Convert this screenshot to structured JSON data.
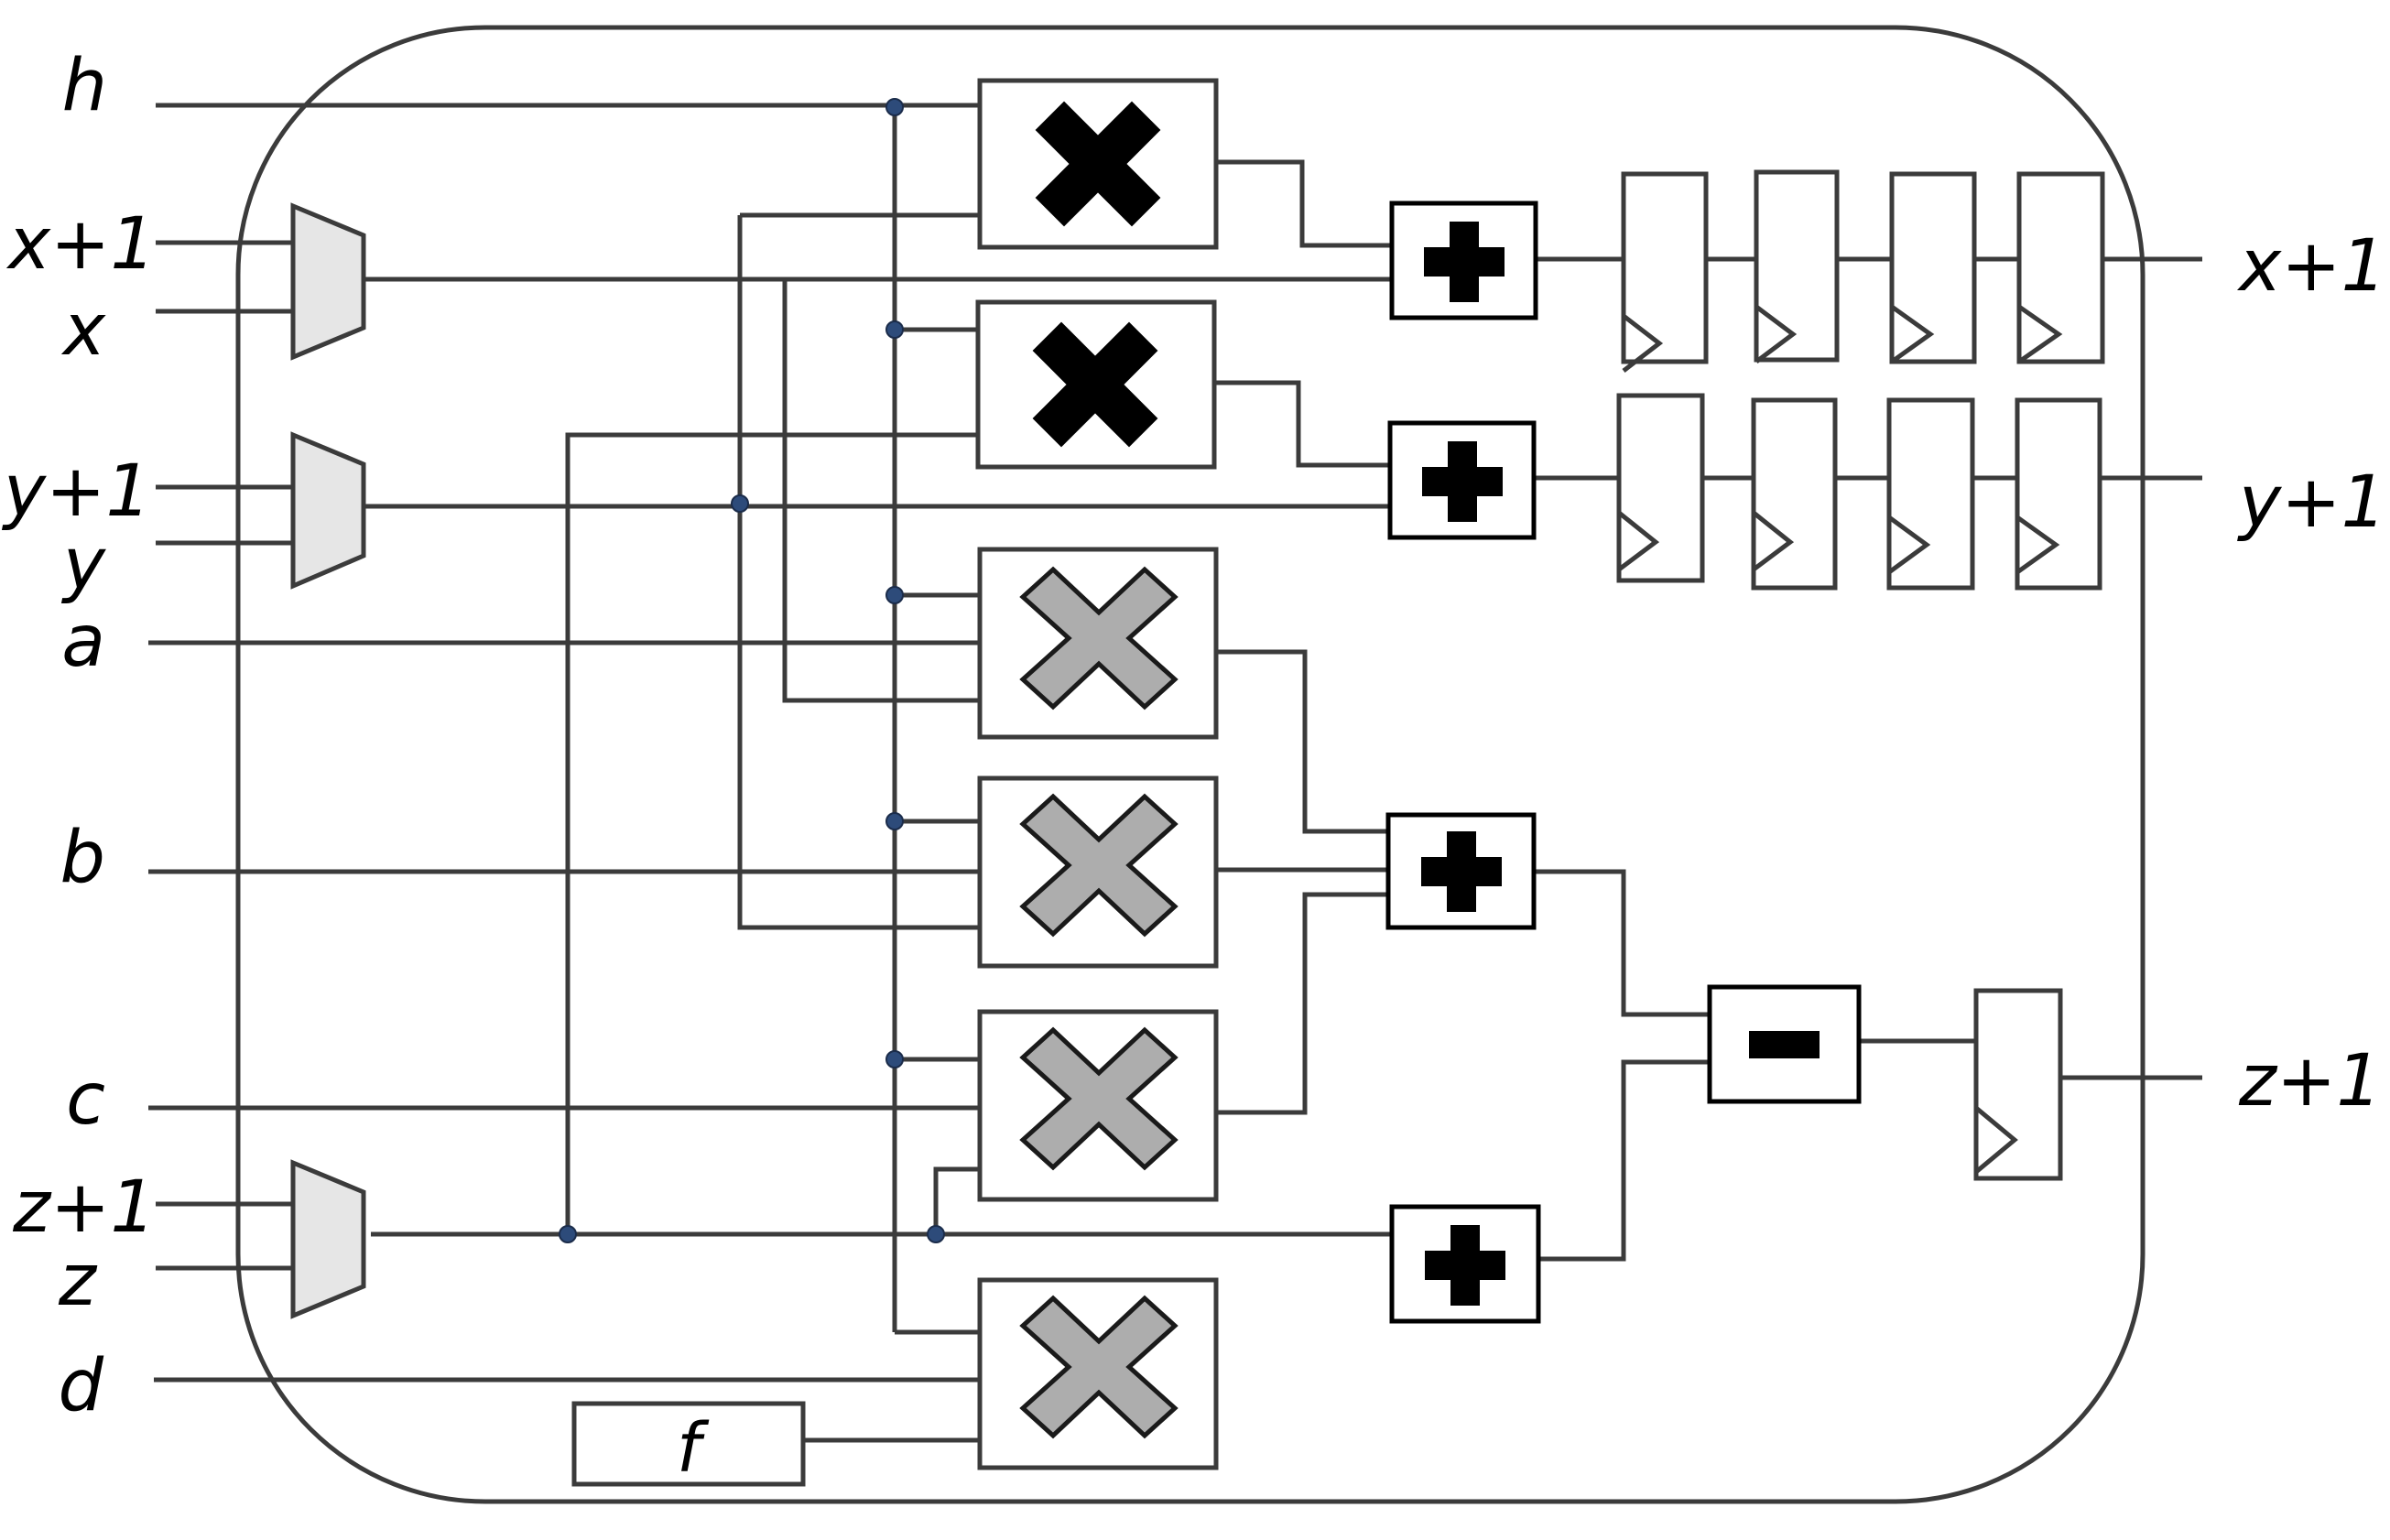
{
  "diagram": {
    "inputs": {
      "h": "h",
      "x1": "x+1",
      "x": "x",
      "y1": "y+1",
      "y": "y",
      "a": "a",
      "b": "b",
      "c": "c",
      "z1": "z+1",
      "z": "z",
      "d": "d"
    },
    "outputs": {
      "x1": "x+1",
      "y1": "y+1",
      "z1": "z+1"
    },
    "function_block": "f",
    "colors": {
      "wire": "#3b3b3b",
      "mux_fill": "#e6e6e6",
      "multiplier_black": "#000000",
      "multiplier_gray": "#adadad",
      "junction_dot": "#2d4b7a"
    }
  }
}
